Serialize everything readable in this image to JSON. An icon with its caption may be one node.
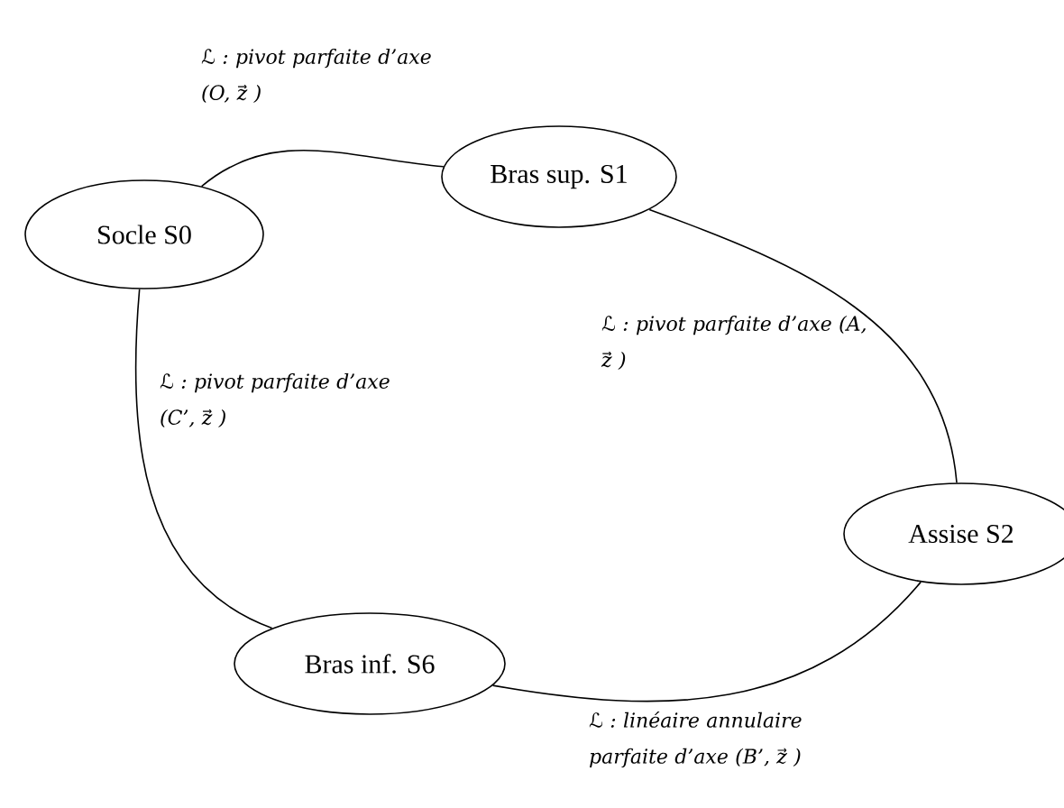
{
  "diagram": {
    "nodes": [
      {
        "text": [
          "Socle S0"
        ]
      },
      {
        "text": [
          "Bras sup. S1"
        ]
      },
      {
        "text": [
          "Assise S2"
        ]
      },
      {
        "text": [
          "Bras inf. S6"
        ]
      }
    ],
    "edges": [
      {
        "from": 0,
        "to": 1,
        "arrow": "none",
        "label": "ℒ : pivot parfaite d’axe (O, z⃗ )"
      },
      {
        "from": 1,
        "to": 2,
        "arrow": "none",
        "label": "ℒ : pivot parfaite d’axe (A, z⃗ )"
      },
      {
        "from": 2,
        "to": 3,
        "arrow": "none",
        "label": "ℒ : linéaire annulaire parfaite d’axe (B’, z⃗ )"
      },
      {
        "from": 3,
        "to": 0,
        "arrow": "none",
        "label": "ℒ : pivot parfaite d’axe (C’, z⃗ )"
      }
    ]
  }
}
